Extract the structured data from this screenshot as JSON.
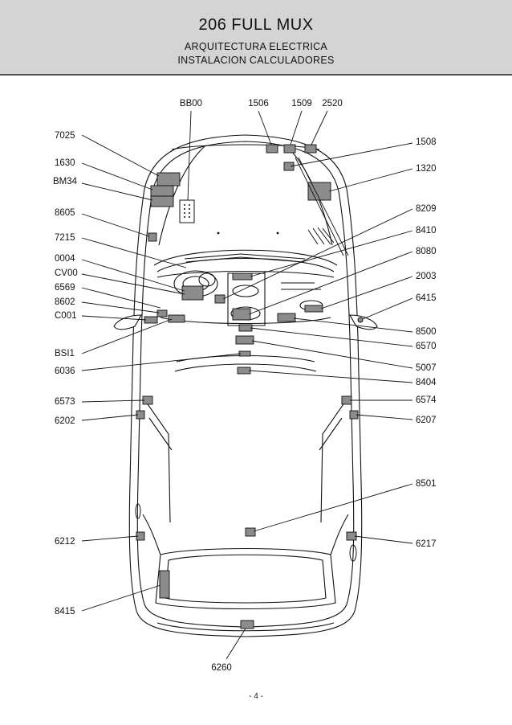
{
  "header": {
    "title": "206 FULL MUX",
    "subtitle_1": "ARQUITECTURA ELECTRICA",
    "subtitle_2": "INSTALACION CALCULADORES"
  },
  "labels": {
    "bb00": "BB00",
    "l1506": "1506",
    "l1509": "1509",
    "l2520": "2520",
    "l7025": "7025",
    "l1630": "1630",
    "bm34": "BM34",
    "l8605": "8605",
    "l7215": "7215",
    "l0004": "0004",
    "cv00": "CV00",
    "l6569": "6569",
    "l8602": "8602",
    "c001": "C001",
    "bsi1": "BSI1",
    "l6036": "6036",
    "l6573": "6573",
    "l6202": "6202",
    "l6212": "6212",
    "l8415": "8415",
    "l6260": "6260",
    "l1508": "1508",
    "l1320": "1320",
    "l8209": "8209",
    "l8410": "8410",
    "l8080": "8080",
    "l2003": "2003",
    "l6415": "6415",
    "l8500": "8500",
    "l6570": "6570",
    "l5007": "5007",
    "l8404": "8404",
    "l6574": "6574",
    "l6207": "6207",
    "l8501": "8501",
    "l6217": "6217"
  },
  "footer": {
    "page": "- 4 -"
  },
  "colors": {
    "header_bg": "#d4d4d4",
    "module_fill": "#8c8c8c",
    "line": "#111111"
  }
}
